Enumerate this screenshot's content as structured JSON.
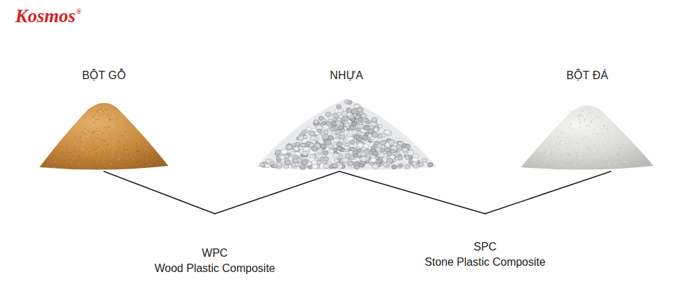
{
  "diagram": {
    "nodes": [
      {
        "text": [
          "BỘT GỖ"
        ]
      },
      {
        "text": [
          "NHỰA"
        ]
      },
      {
        "text": [
          "BỘT ĐÁ"
        ]
      },
      {
        "text": [
          "WPC",
          "Wood Plastic Composite"
        ]
      },
      {
        "text": [
          "SPC",
          "Stone Plastic Composite"
        ]
      }
    ],
    "edges": [
      {
        "from": 0,
        "to": 3,
        "arrow": "none"
      },
      {
        "from": 1,
        "to": 3,
        "arrow": "none"
      },
      {
        "from": 1,
        "to": 4,
        "arrow": "none"
      },
      {
        "from": 2,
        "to": 4,
        "arrow": "none"
      }
    ],
    "labels": [
      "Kosmos",
      "®"
    ]
  }
}
